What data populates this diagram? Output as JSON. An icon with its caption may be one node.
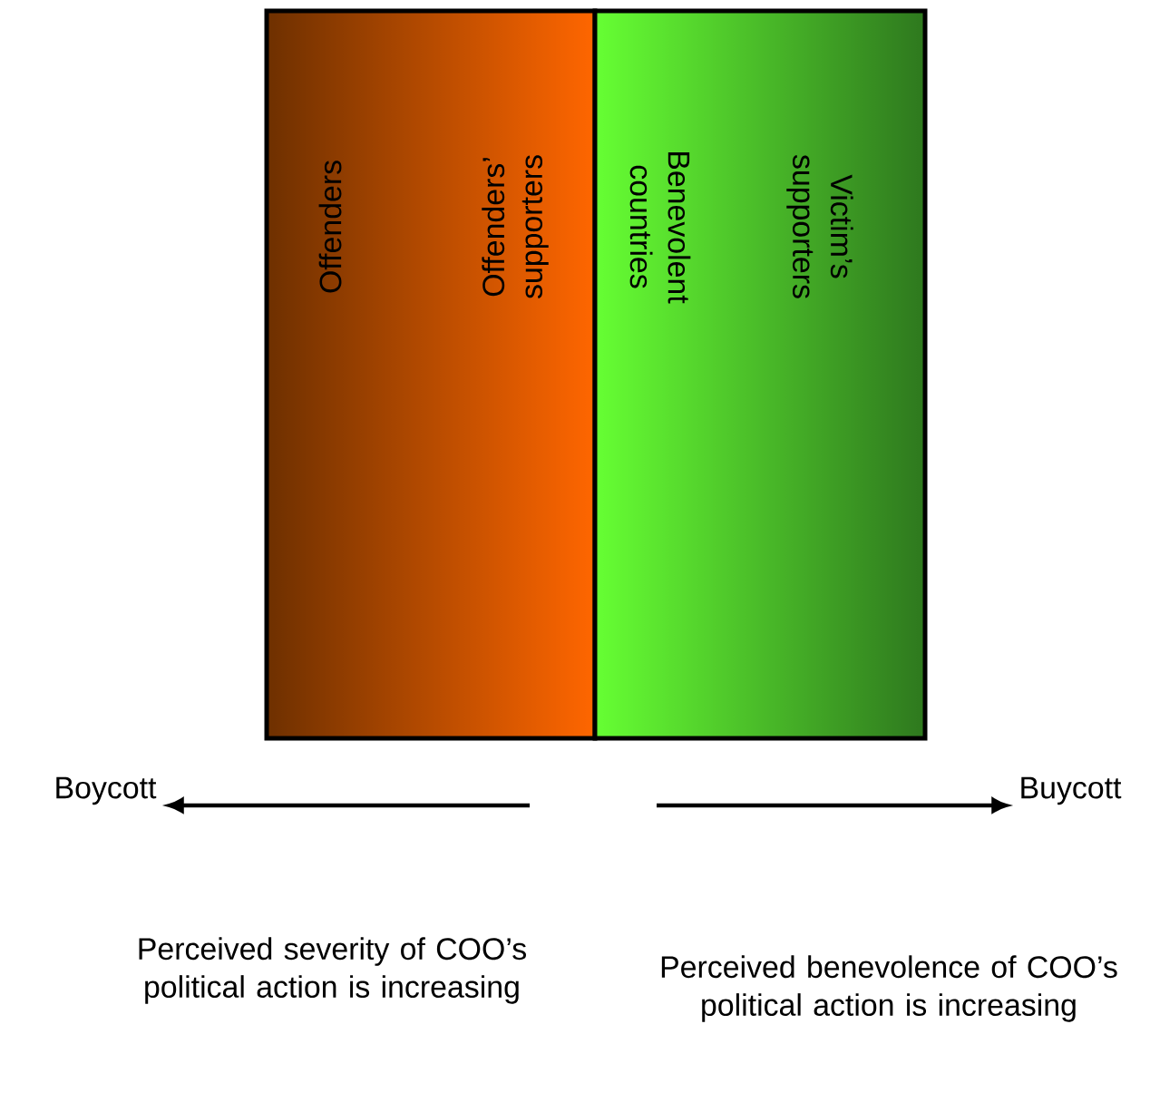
{
  "diagram": {
    "nodes": [
      {
        "text": [
          "Offenders",
          "Offenders’ supporters"
        ]
      },
      {
        "text": [
          "Benevolent countries",
          "Victim’s supporters"
        ]
      },
      {
        "text": [
          "Boycott"
        ]
      },
      {
        "text": [
          "Buycott"
        ]
      }
    ],
    "edges": [
      {
        "from": null,
        "to": 2,
        "arrow": "to"
      },
      {
        "from": null,
        "to": 3,
        "arrow": "to"
      }
    ],
    "labels": [
      "Perceived severity of COO’s political action is increasing",
      "Perceived benevolence of COO’s political action is increasing"
    ]
  }
}
